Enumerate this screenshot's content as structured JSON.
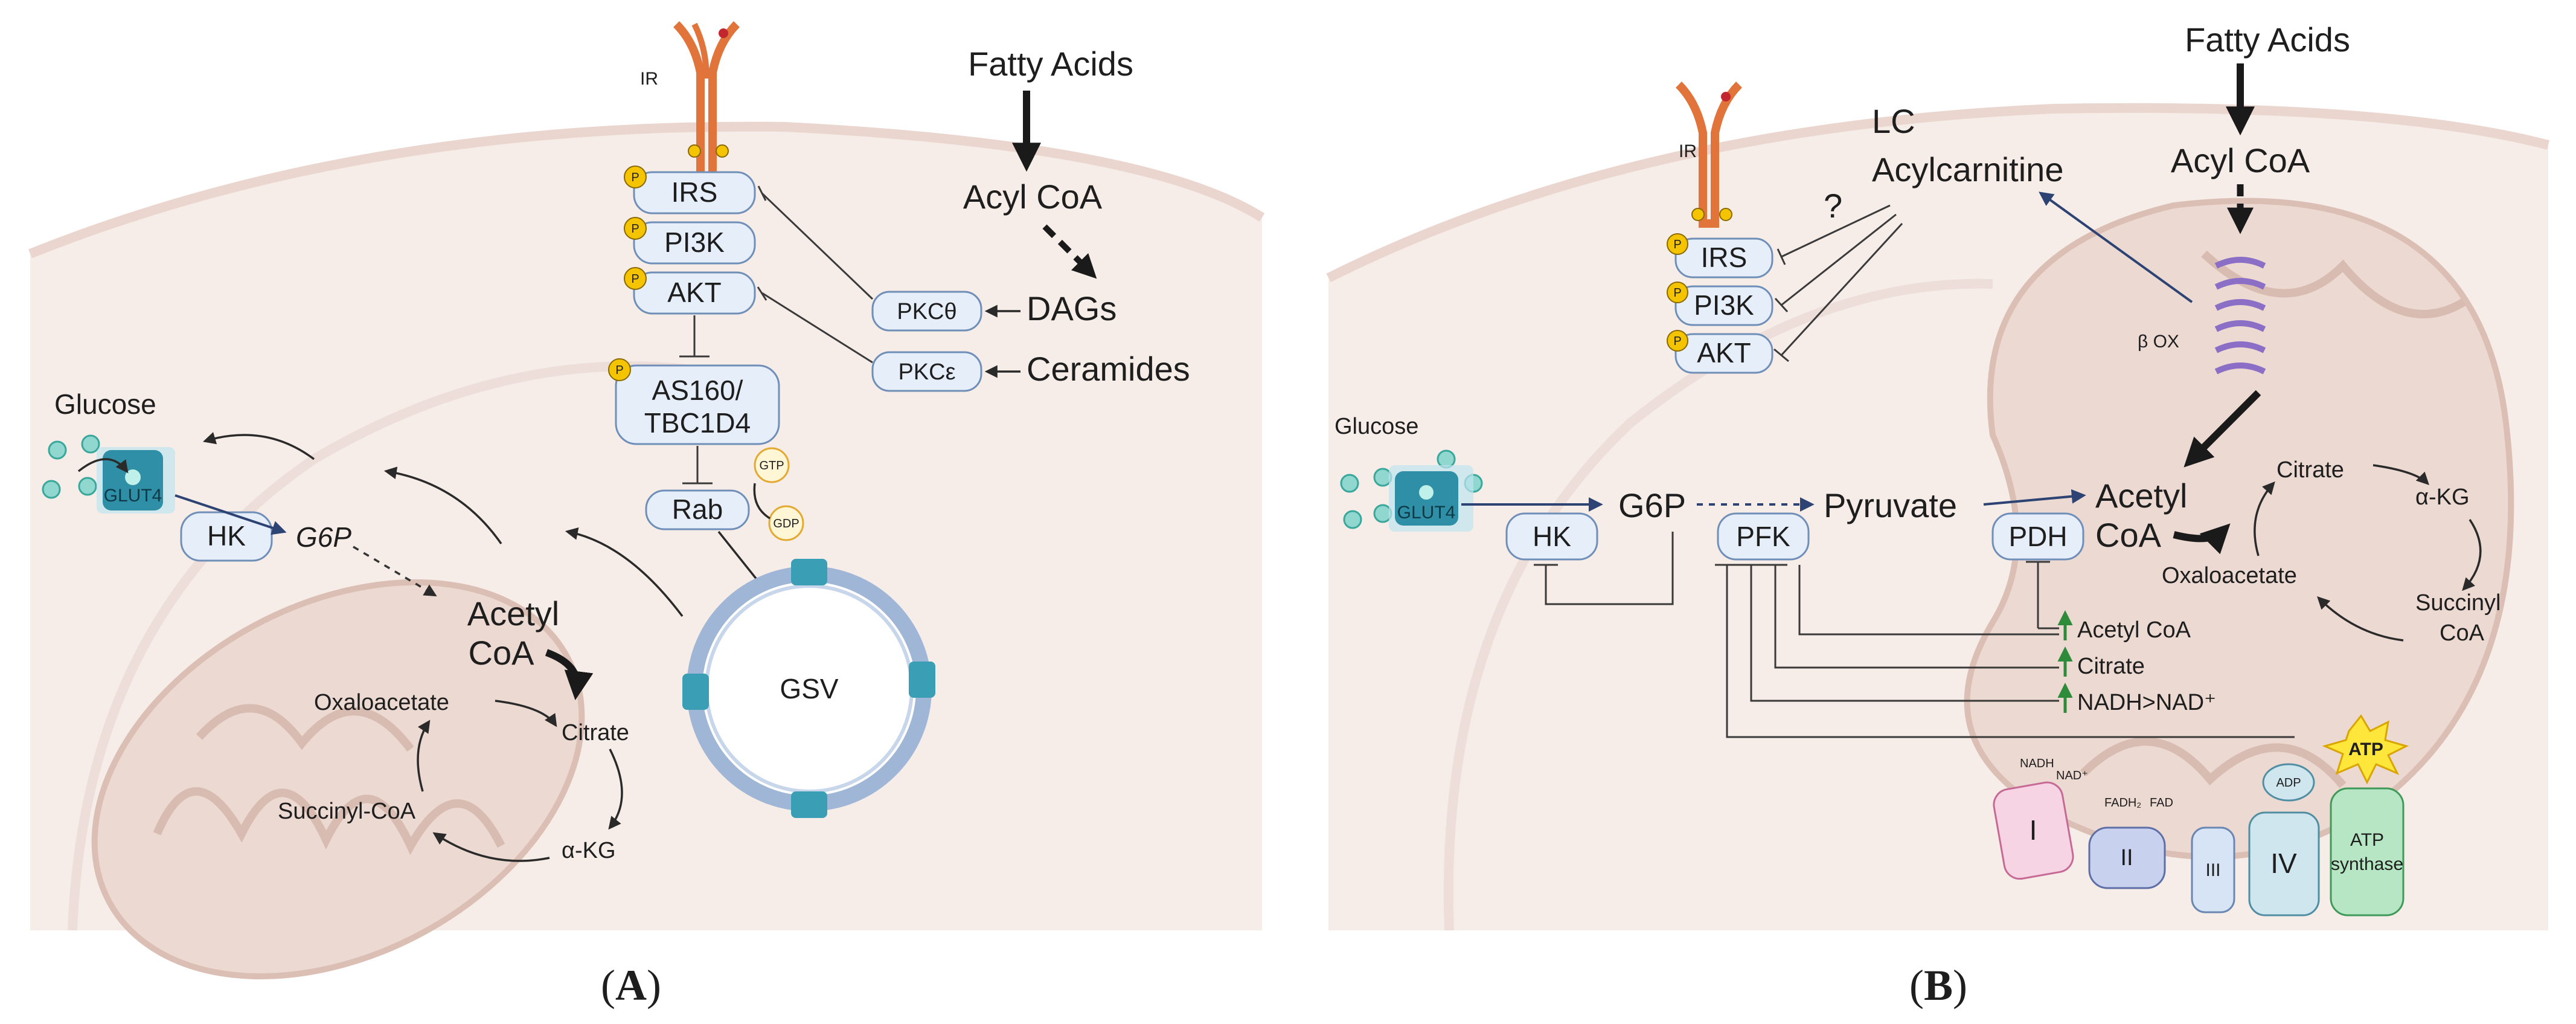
{
  "panelA": {
    "letter": "A",
    "receptor_label": "IR",
    "phospho_mark": "P",
    "signaling": [
      "IRS",
      "PI3K",
      "AKT"
    ],
    "as160_line1": "AS160/",
    "as160_line2": "TBC1D4",
    "rab": "Rab",
    "gtp": "GTP",
    "gdp": "GDP",
    "gsv": "GSV",
    "fatty_acids": "Fatty Acids",
    "acyl_coa": "Acyl CoA",
    "dags": "DAGs",
    "ceramides": "Ceramides",
    "pkc_theta": "PKCθ",
    "pkc_epsilon": "PKCε",
    "glucose": "Glucose",
    "glut4": "GLUT4",
    "hk": "HK",
    "g6p": "G6P",
    "acetyl": "Acetyl",
    "coa": "CoA",
    "oxaloacetate": "Oxaloacetate",
    "citrate": "Citrate",
    "succinyl_coa": "Succinyl-CoA",
    "akg": "α-KG"
  },
  "panelB": {
    "letter": "B",
    "receptor_label": "IR",
    "phospho_mark": "P",
    "signaling": [
      "IRS",
      "PI3K",
      "AKT"
    ],
    "question": "?",
    "lc_line1": "LC",
    "lc_line2": "Acylcarnitine",
    "fatty_acids": "Fatty Acids",
    "acyl_coa": "Acyl CoA",
    "beta_ox": "β OX",
    "glucose": "Glucose",
    "glut4": "GLUT4",
    "hk": "HK",
    "g6p": "G6P",
    "pfk": "PFK",
    "pyruvate": "Pyruvate",
    "pdh": "PDH",
    "acetyl": "Acetyl",
    "coa": "CoA",
    "citrate": "Citrate",
    "akg": "α-KG",
    "oxaloacetate": "Oxaloacetate",
    "succinyl": "Succinyl",
    "succinyl_coa": "CoA",
    "up_acetyl_coa": "Acetyl CoA",
    "up_citrate": "Citrate",
    "up_nadh": "NADH>NAD⁺",
    "nadh": "NADH",
    "nad": "NAD⁺",
    "fadh2": "FADH₂",
    "fad": "FAD",
    "adp": "ADP",
    "atp": "ATP",
    "complex_I": "I",
    "complex_II": "II",
    "complex_III": "III",
    "complex_IV": "IV",
    "atp_synthase_line1": "ATP",
    "atp_synthase_line2": "synthase"
  }
}
